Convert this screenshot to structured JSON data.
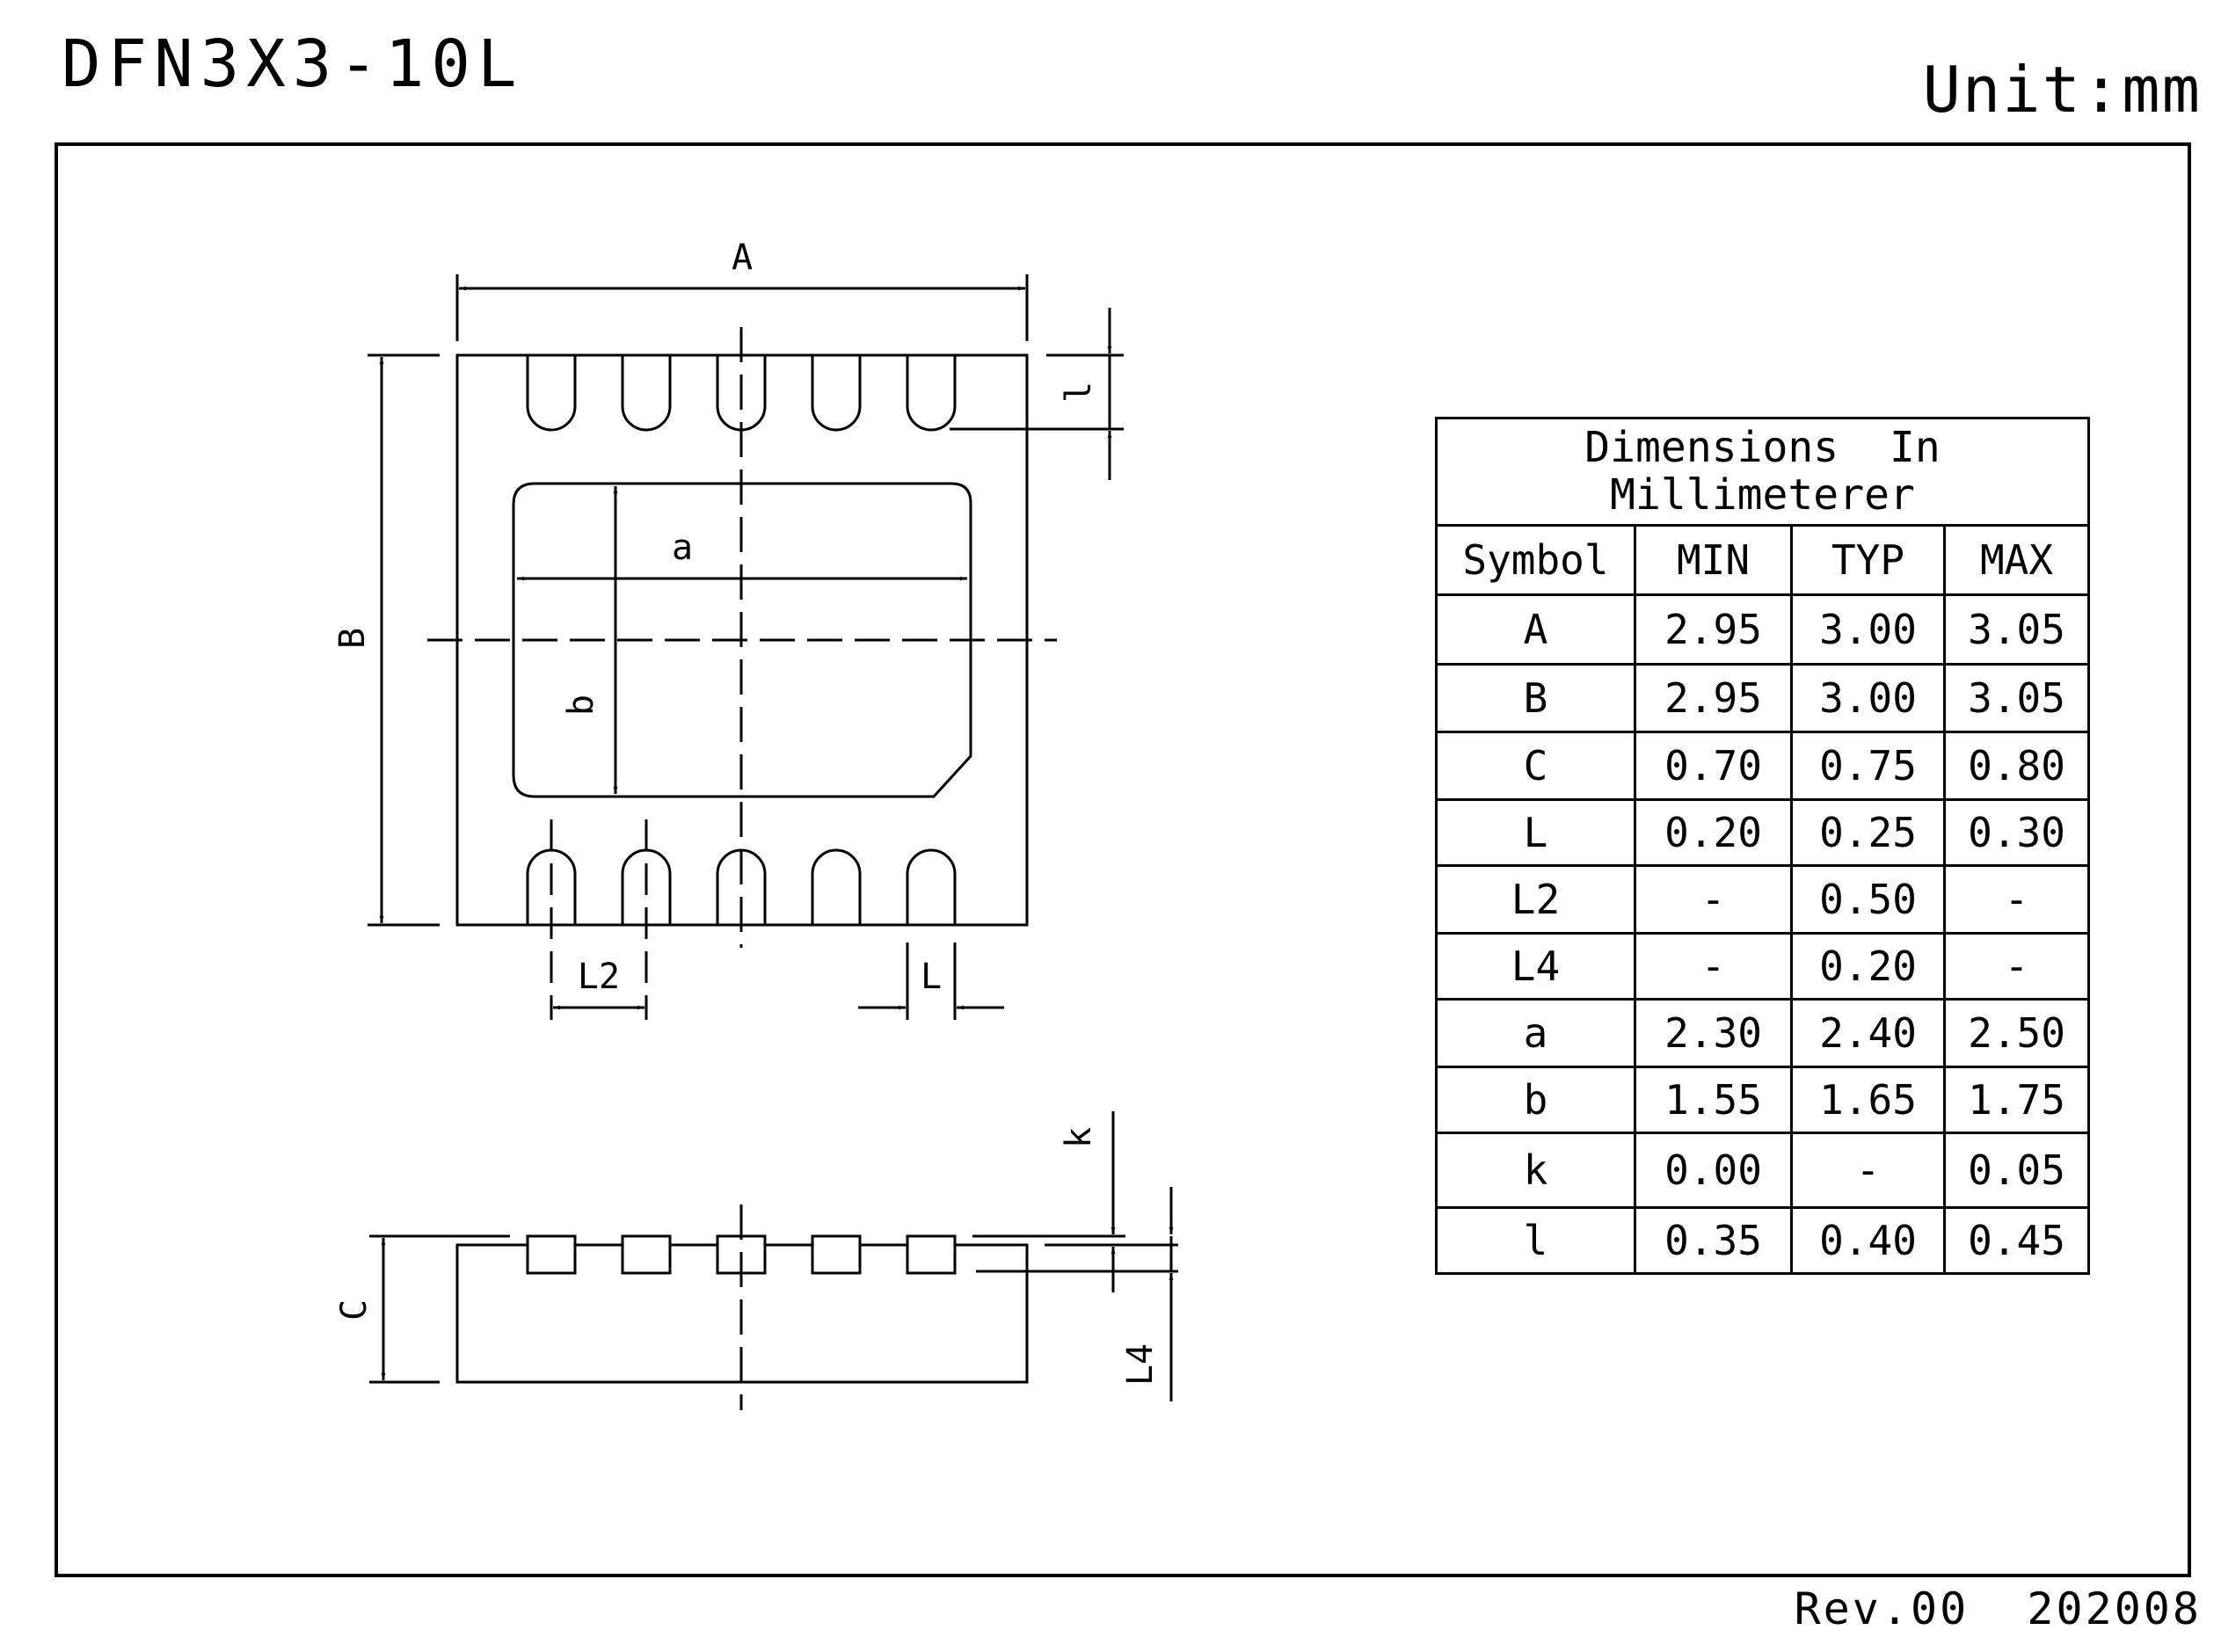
{
  "header": {
    "package_name": "DFN3X3-10L",
    "unit": "Unit:mm"
  },
  "drawing": {
    "labels": {
      "A": "A",
      "B": "B",
      "a": "a",
      "b": "b",
      "l": "l",
      "L2": "L2",
      "L": "L",
      "k": "k",
      "C": "C",
      "L4": "L4"
    }
  },
  "table": {
    "caption_line1": "Dimensions  In",
    "caption_line2": "Millimeterer",
    "columns": [
      "Symbol",
      "MIN",
      "TYP",
      "MAX"
    ],
    "rows": [
      {
        "symbol": "A",
        "min": "2.95",
        "typ": "3.00",
        "max": "3.05"
      },
      {
        "symbol": "B",
        "min": "2.95",
        "typ": "3.00",
        "max": "3.05"
      },
      {
        "symbol": "C",
        "min": "0.70",
        "typ": "0.75",
        "max": "0.80"
      },
      {
        "symbol": "L",
        "min": "0.20",
        "typ": "0.25",
        "max": "0.30"
      },
      {
        "symbol": "L2",
        "min": "-",
        "typ": "0.50",
        "max": "-"
      },
      {
        "symbol": "L4",
        "min": "-",
        "typ": "0.20",
        "max": "-"
      },
      {
        "symbol": "a",
        "min": "2.30",
        "typ": "2.40",
        "max": "2.50"
      },
      {
        "symbol": "b",
        "min": "1.55",
        "typ": "1.65",
        "max": "1.75"
      },
      {
        "symbol": "k",
        "min": "0.00",
        "typ": "-",
        "max": "0.05"
      },
      {
        "symbol": "l",
        "min": "0.35",
        "typ": "0.40",
        "max": "0.45"
      }
    ]
  },
  "footer": {
    "revision": "Rev.00  202008"
  }
}
